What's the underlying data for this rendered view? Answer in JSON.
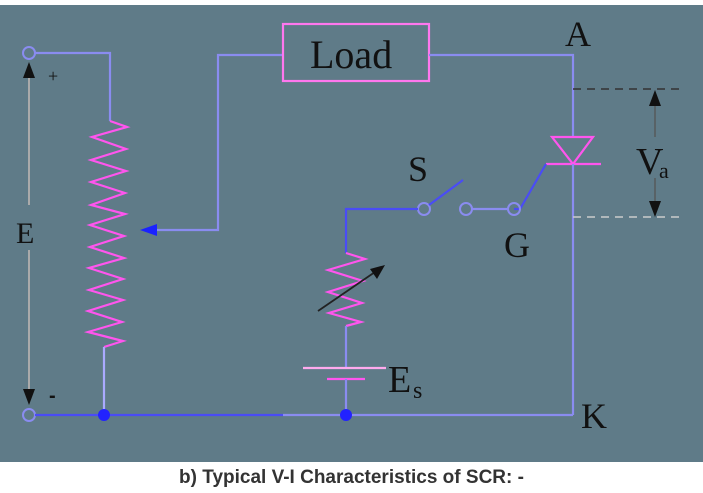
{
  "diagram": {
    "labels": {
      "load": "Load",
      "anode": "A",
      "cathode": "K",
      "gate": "G",
      "switch": "S",
      "supply": "E",
      "supply_plus": "+",
      "supply_minus": "-",
      "gate_supply_main": "E",
      "gate_supply_sub": "s",
      "anode_voltage_main": "V",
      "anode_voltage_sub": "a"
    },
    "colors": {
      "background": "#5f7b88",
      "wire": "#8a8cf0",
      "wire_bright": "#4a4cf5",
      "component": "#ff55ee",
      "junction": "#2222ff"
    },
    "components": [
      "supply-terminals",
      "potentiometer",
      "load",
      "scr",
      "switch",
      "variable-resistor",
      "gate-battery"
    ]
  },
  "caption": "b) Typical V-I Characteristics of SCR: -"
}
